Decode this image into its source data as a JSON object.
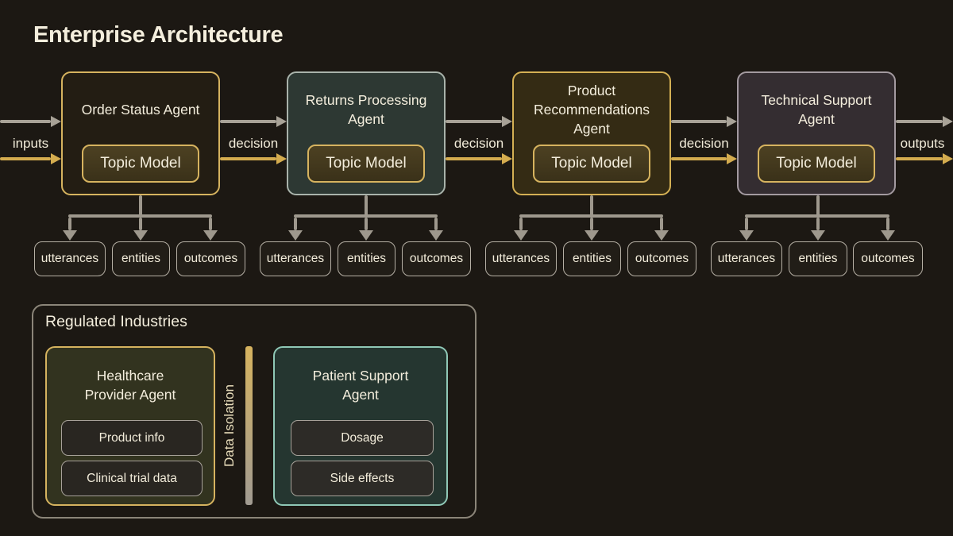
{
  "title": "Enterprise Architecture",
  "flow": {
    "inputs": "inputs",
    "outputs": "outputs",
    "decision": "decision"
  },
  "agents": [
    {
      "title": "Order Status Agent",
      "model": "Topic Model"
    },
    {
      "title": "Returns Processing Agent",
      "model": "Topic Model"
    },
    {
      "title": "Product Recommendations Agent",
      "model": "Topic Model"
    },
    {
      "title": "Technical Support Agent",
      "model": "Topic Model"
    }
  ],
  "datasets": [
    "utterances",
    "entities",
    "outcomes"
  ],
  "regulated": {
    "title": "Regulated Industries",
    "healthcare_agent": {
      "title": "Healthcare Provider Agent",
      "items": [
        "Product info",
        "Clinical trial data"
      ]
    },
    "isolation": "Data Isolation",
    "patient_agent": {
      "title": "Patient Support Agent",
      "items": [
        "Dosage",
        "Side effects"
      ]
    }
  },
  "colors": {
    "background": "#1c1813",
    "text": "#f2ecda",
    "gold_accent": "#d4ac4f",
    "gray_line": "#9e988d",
    "gold_border": "#d6b35f",
    "teal_border": "#8fc8b6",
    "slate_border": "#a9b3ab",
    "mauve_border": "#a39aa0"
  }
}
